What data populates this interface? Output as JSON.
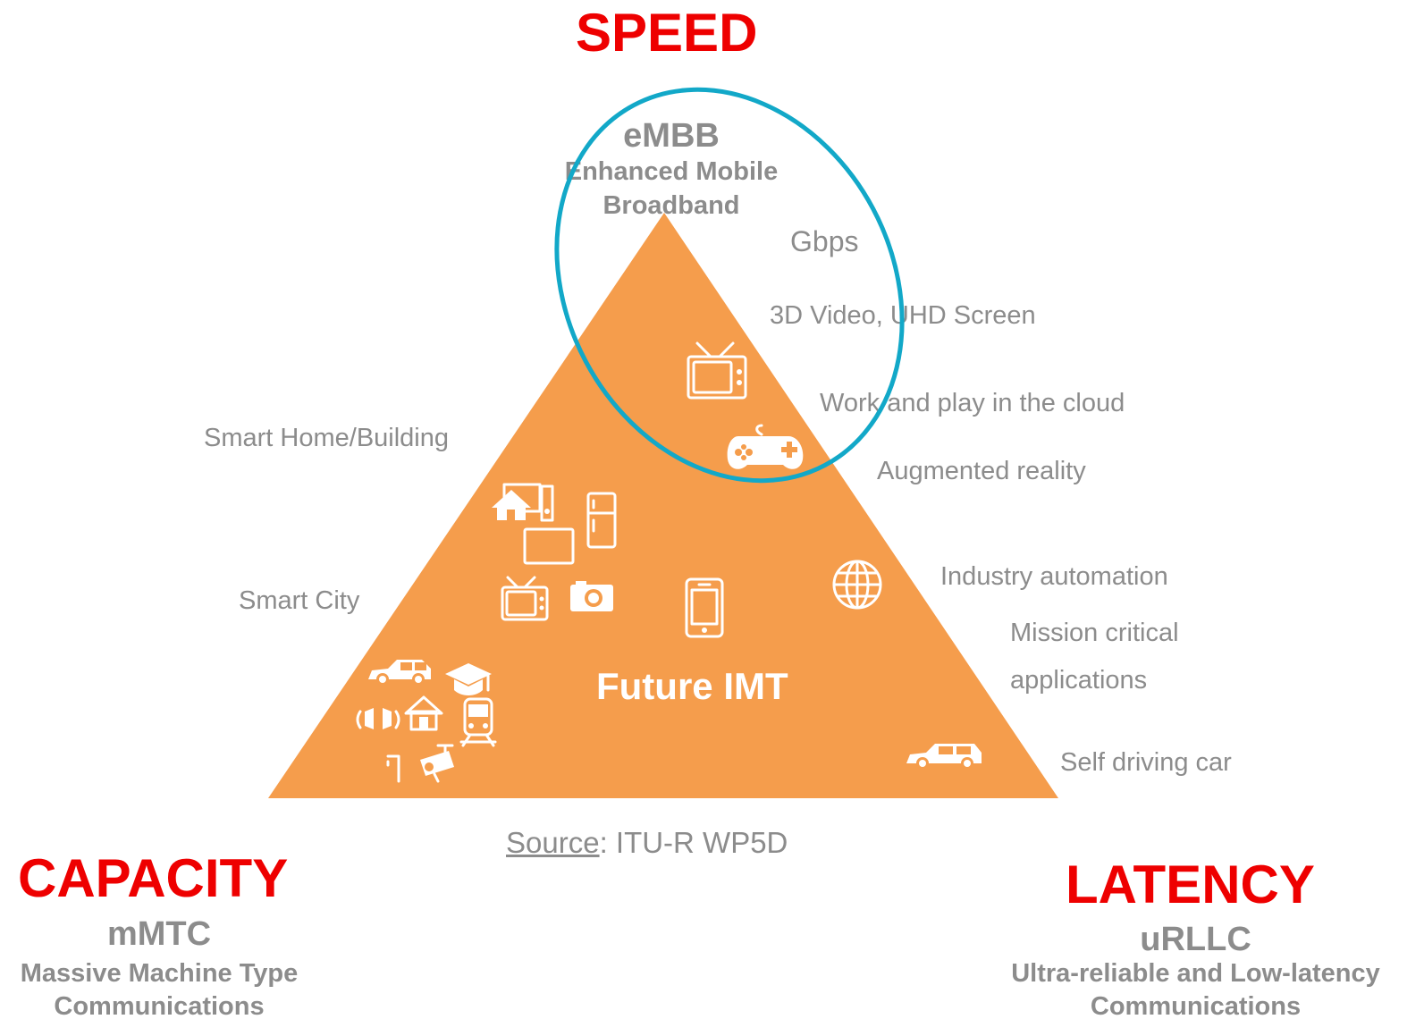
{
  "corners": {
    "speed": {
      "heading": "SPEED",
      "acronym": "eMBB",
      "desc_line1": "Enhanced Mobile",
      "desc_line2": "Broadband"
    },
    "capacity": {
      "heading": "CAPACITY",
      "acronym": "mMTC",
      "desc_line1": "Massive Machine Type",
      "desc_line2": "Communications"
    },
    "latency": {
      "heading": "LATENCY",
      "acronym": "uRLLC",
      "desc_line1": "Ultra-reliable and Low-latency",
      "desc_line2": "Communications"
    }
  },
  "center_label": "Future IMT",
  "use_cases": {
    "gbps": "Gbps",
    "video": "3D Video, UHD Screen",
    "cloud": "Work and play in the cloud",
    "ar": "Augmented reality",
    "smart_home": "Smart Home/Building",
    "smart_city": "Smart City",
    "industry": "Industry automation",
    "mission_1": "Mission critical",
    "mission_2": "applications",
    "self_driving": "Self driving car"
  },
  "source": {
    "label": "Source",
    "text": ": ITU-R WP5D"
  },
  "colors": {
    "triangle": "#f59d4c",
    "ellipse": "#12a8c8",
    "heading": "#ee0000",
    "grey_text": "#8c8c8c"
  },
  "icons": [
    "tv-icon",
    "gamepad-icon",
    "home-icon",
    "monitor-icon",
    "fridge-icon",
    "camera-icon",
    "smartphone-icon",
    "globe-icon",
    "car-icon",
    "graduation-cap-icon",
    "train-icon",
    "security-camera-icon"
  ]
}
